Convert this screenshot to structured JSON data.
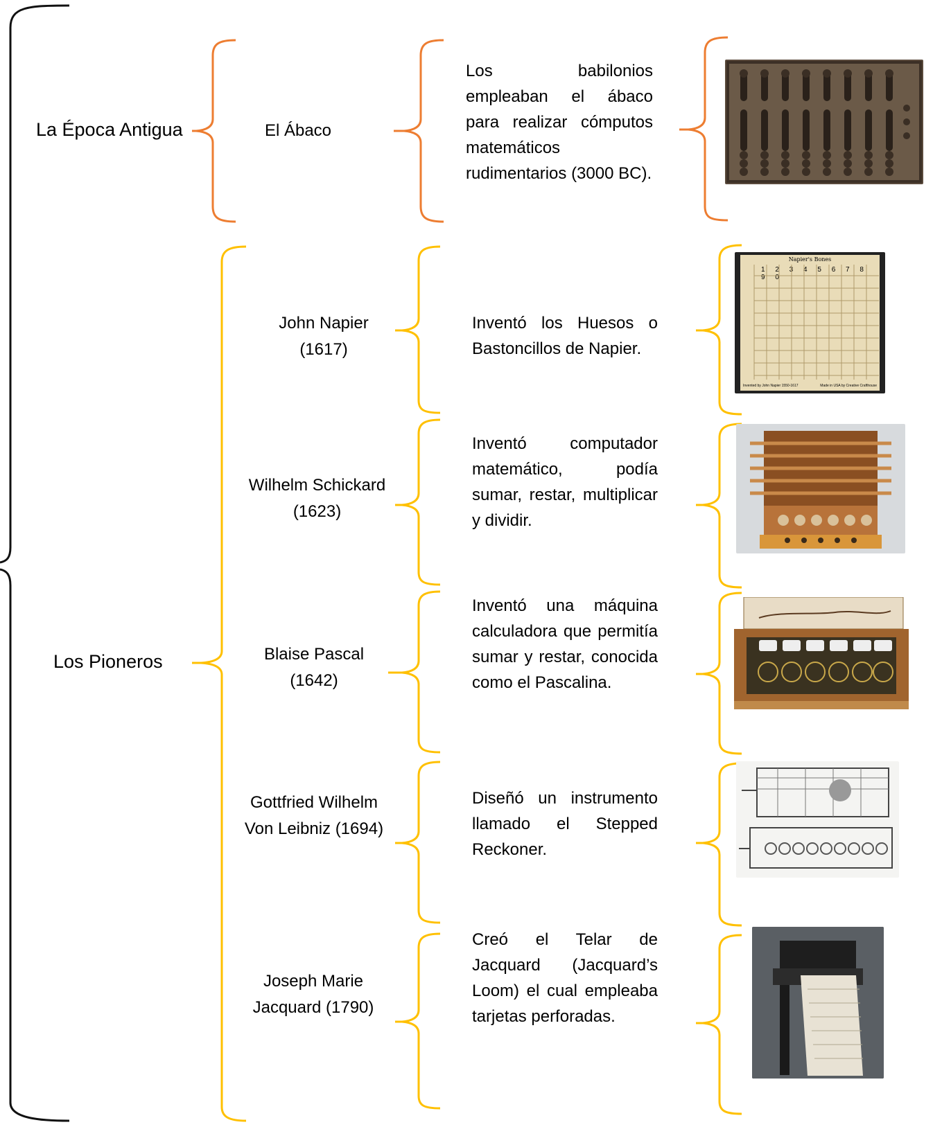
{
  "eras": [
    {
      "label": "La Época Antigua"
    },
    {
      "label": "Los Pioneros"
    }
  ],
  "entries": [
    {
      "name": "El Ábaco",
      "description": "Los babilonios empleaban el ábaco para realizar cómputos matemáticos rudimentarios (3000 BC).",
      "image_icon": "abacus-image",
      "color": "#ED7D31"
    },
    {
      "name": "John Napier (1617)",
      "description": "Inventó los Huesos o Bastoncillos de Napier.",
      "image_icon": "napier-bones-image",
      "color": "#FFC000",
      "image_text": {
        "title": "Napier's Bones",
        "cols": "1 2 3 4 5 6 7 8 9 0",
        "footer_left": "Invented by John Napier 1550-1617",
        "footer_right": "Made in USA by Creative Crafthouse"
      }
    },
    {
      "name": "Wilhelm Schickard (1623)",
      "description": "Inventó computador matemático, podía sumar, restar, multiplicar y dividir.",
      "image_icon": "schickard-calculator-image",
      "color": "#FFC000"
    },
    {
      "name": "Blaise Pascal (1642)",
      "description": "Inventó una máquina calculadora que permitía sumar y restar, conocida como el Pascalina.",
      "image_icon": "pascaline-image",
      "color": "#FFC000"
    },
    {
      "name": "Gottfried Wilhelm Von Leibniz (1694)",
      "description": "Diseñó un instrumento llamado el Stepped Reckoner.",
      "image_icon": "stepped-reckoner-image",
      "color": "#FFC000"
    },
    {
      "name": "Joseph Marie Jacquard (1790)",
      "description": "Creó el Telar de Jacquard (Jacquard’s Loom) el cual empleaba tarjetas perforadas.",
      "image_icon": "jacquard-loom-image",
      "color": "#FFC000"
    }
  ]
}
